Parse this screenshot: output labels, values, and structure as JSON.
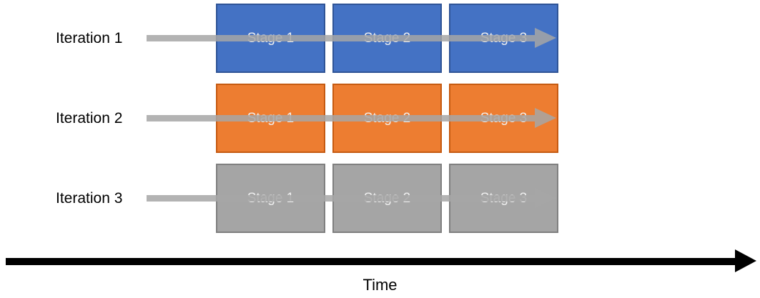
{
  "diagram": {
    "rows": [
      {
        "label": "Iteration 1",
        "fill": "#4472C4",
        "border": "#2F5496",
        "stages": [
          "Stage 1",
          "Stage 2",
          "Stage 3"
        ]
      },
      {
        "label": "Iteration 2",
        "fill": "#ED7D31",
        "border": "#C55A11",
        "stages": [
          "Stage 1",
          "Stage 2",
          "Stage 3"
        ]
      },
      {
        "label": "Iteration 3",
        "fill": "#A5A5A5",
        "border": "#7F7F7F",
        "stages": [
          "Stage 1",
          "Stage 2",
          "Stage 3"
        ]
      }
    ],
    "row_arrow_color": "#A6A6A6",
    "time_axis": {
      "label": "Time",
      "color": "#000000"
    }
  }
}
